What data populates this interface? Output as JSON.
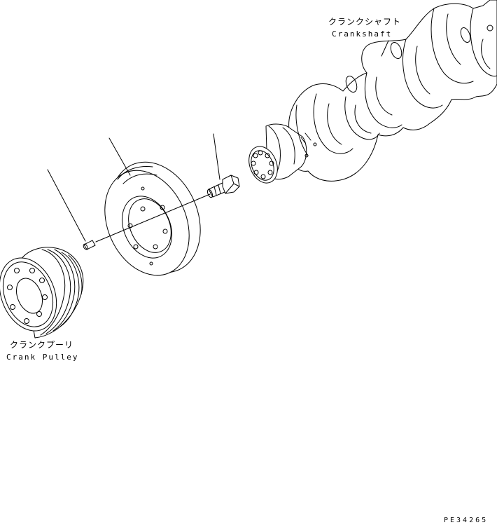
{
  "diagram": {
    "parts": {
      "crankshaft": {
        "label_jp": "クランクシャフト",
        "label_en": "Crankshaft"
      },
      "crank_pulley": {
        "label_jp": "クランクプーリ",
        "label_en": "Crank Pulley"
      }
    },
    "drawing_number": "PE34265",
    "line_color": "#000000",
    "background_color": "#ffffff"
  }
}
